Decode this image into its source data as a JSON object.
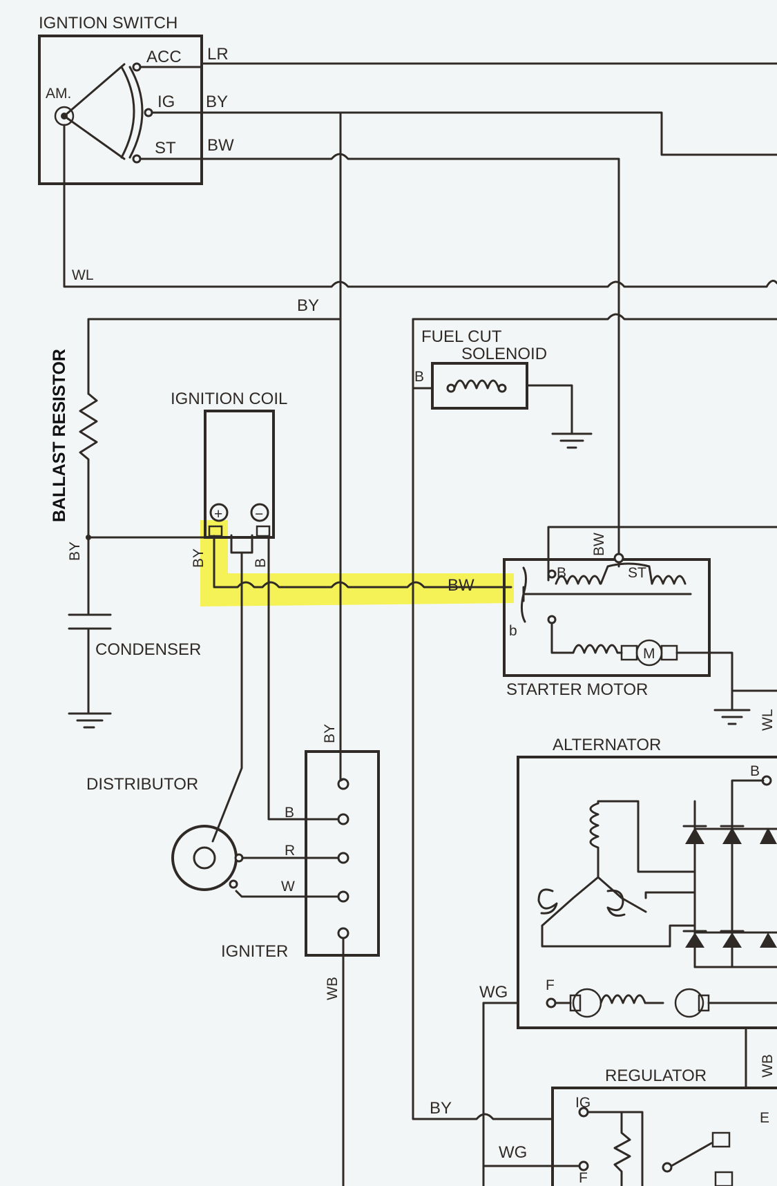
{
  "labels": {
    "ignition_switch": "IGNTION SWITCH",
    "acc": "ACC",
    "am": "AM.",
    "ig": "IG",
    "st": "ST",
    "lr": "LR",
    "by": "BY",
    "bw": "BW",
    "wl": "WL",
    "ballast_resistor": "BALLAST RESISTOR",
    "ignition_coil": "IGNITION COIL",
    "fuel_cut": "FUEL CUT",
    "solenoid": "SOLENOID",
    "b": "B",
    "small_b": "b",
    "condenser": "CONDENSER",
    "starter_motor": "STARTER MOTOR",
    "motor_m": "M",
    "alternator": "ALTERNATOR",
    "distributor": "DISTRIBUTOR",
    "igniter": "IGNITER",
    "r": "R",
    "w": "W",
    "wb": "WB",
    "wg": "WG",
    "f": "F",
    "regulator": "REGULATOR",
    "e": "E",
    "plus": "+",
    "minus": "−"
  },
  "colors": {
    "highlight": "#f3f13a",
    "ink": "#2f2a26"
  }
}
